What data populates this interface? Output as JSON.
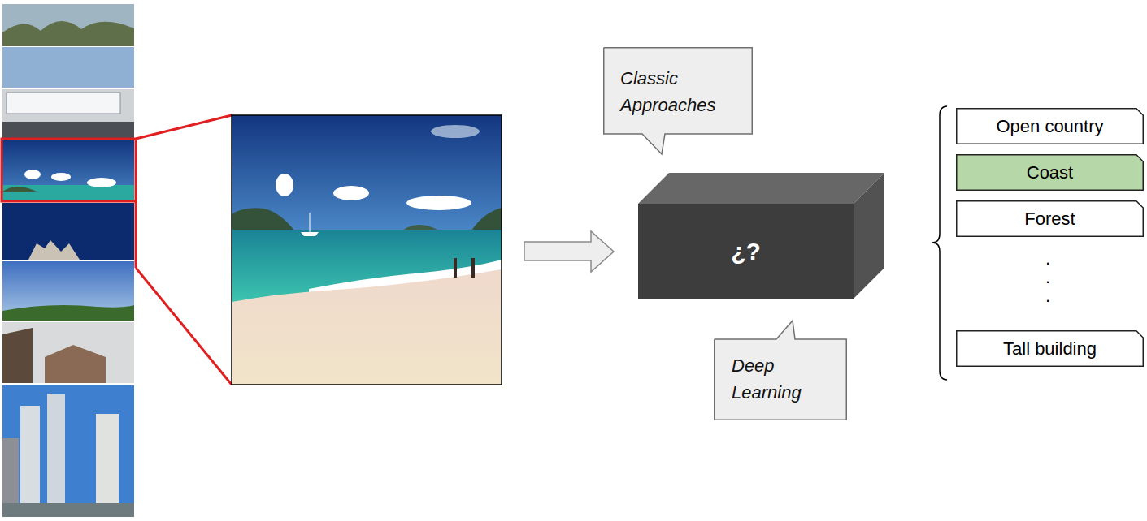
{
  "diagram": {
    "nodes": [
      {
        "text": [
          "Classic Approaches"
        ]
      },
      {
        "text": [
          "¿?"
        ]
      },
      {
        "text": [
          "Deep Learning"
        ]
      },
      {
        "text": [
          "Open country"
        ]
      },
      {
        "text": [
          "Coast"
        ]
      },
      {
        "text": [
          "Forest"
        ]
      },
      {
        "text": [
          "Tall building"
        ]
      }
    ],
    "labels": [
      ".",
      ".",
      "."
    ]
  }
}
